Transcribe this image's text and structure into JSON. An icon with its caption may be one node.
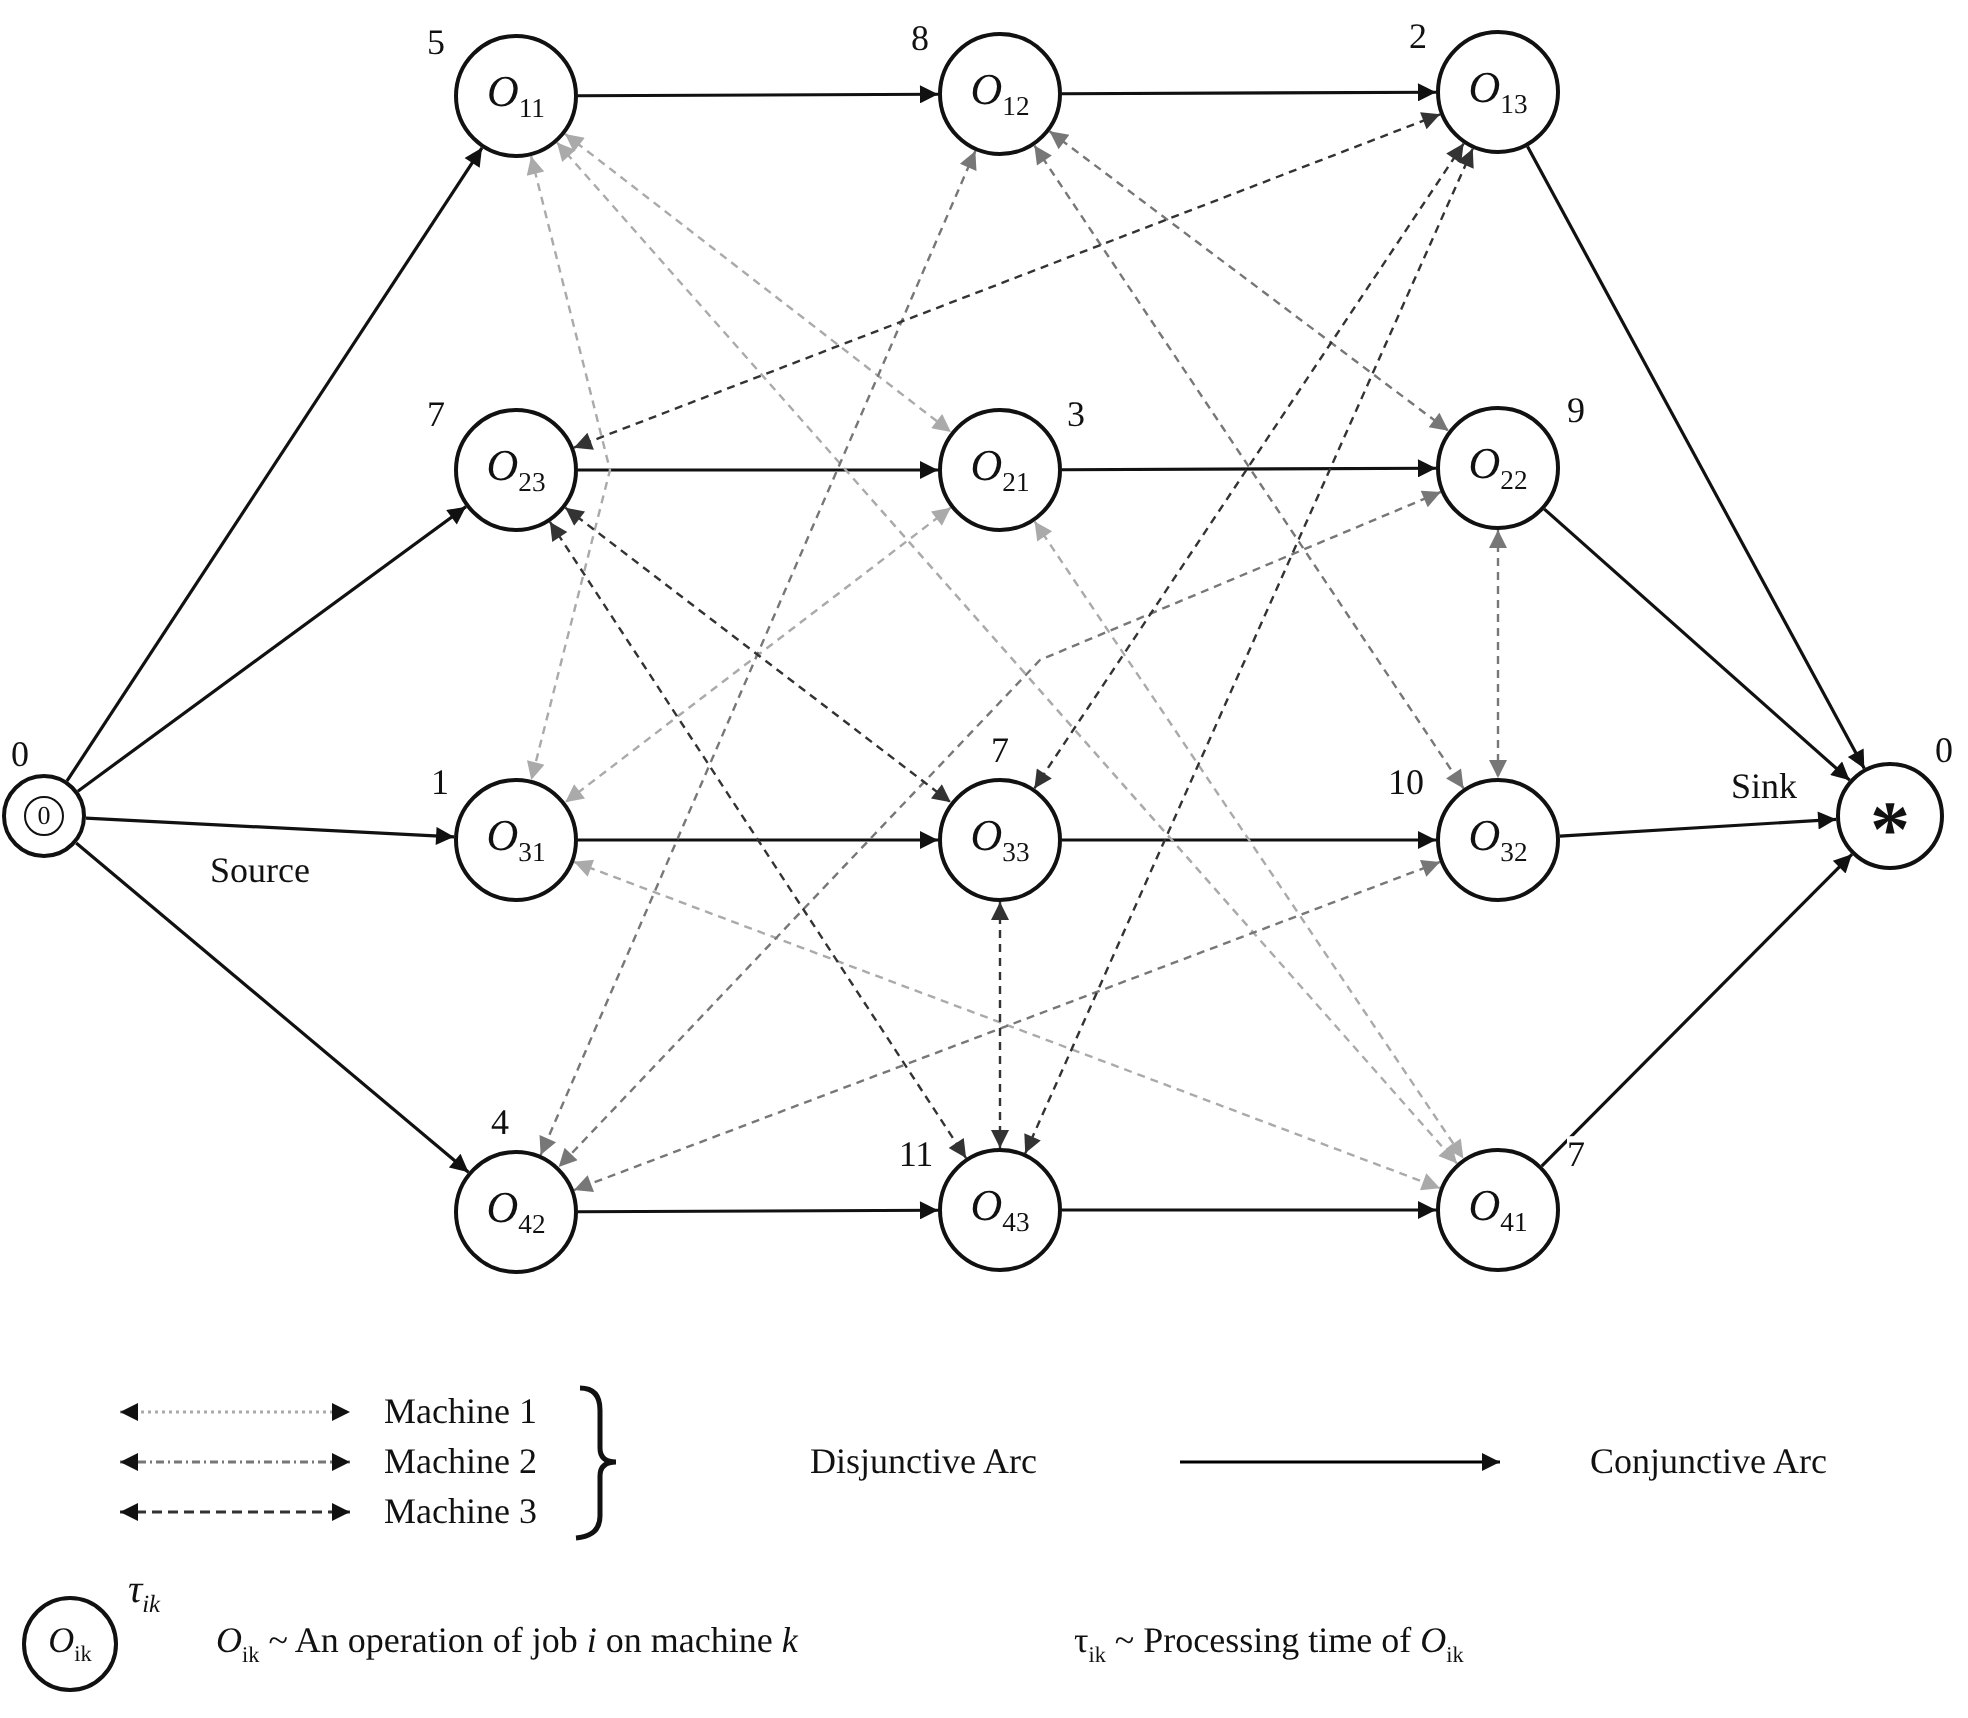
{
  "diagram": {
    "nodes": [
      {
        "text": [
          "0"
        ],
        "beside": [
          "0",
          "Source"
        ]
      },
      {
        "text": [
          "O$_{11}$"
        ],
        "beside": [
          "5"
        ]
      },
      {
        "text": [
          "O$_{12}$"
        ],
        "beside": [
          "8"
        ]
      },
      {
        "text": [
          "O$_{13}$"
        ],
        "beside": [
          "2"
        ]
      },
      {
        "text": [
          "O$_{23}$"
        ],
        "beside": [
          "7"
        ]
      },
      {
        "text": [
          "O$_{21}$"
        ],
        "beside": [
          "3"
        ]
      },
      {
        "text": [
          "O$_{22}$"
        ],
        "beside": [
          "9"
        ]
      },
      {
        "text": [
          "*"
        ],
        "beside": [
          "0",
          "Sink"
        ]
      },
      {
        "text": [
          "O$_{31}$"
        ],
        "beside": [
          "1"
        ]
      },
      {
        "text": [
          "O$_{33}$"
        ],
        "beside": [
          "7"
        ]
      },
      {
        "text": [
          "O$_{32}$"
        ],
        "beside": [
          "10"
        ]
      },
      {
        "text": [
          "O$_{42}$"
        ],
        "beside": [
          "4"
        ]
      },
      {
        "text": [
          "O$_{43}$"
        ],
        "beside": [
          "11"
        ]
      },
      {
        "text": [
          "O$_{41}$"
        ],
        "beside": [
          "7"
        ]
      },
      {
        "text": [
          "O$_{ik}$"
        ],
        "beside": [
          "τ$_{ik}$"
        ]
      }
    ],
    "edges": [
      {
        "from": 0,
        "to": 1,
        "arrow": "to"
      },
      {
        "from": 0,
        "to": 4,
        "arrow": "to"
      },
      {
        "from": 0,
        "to": 8,
        "arrow": "to"
      },
      {
        "from": 0,
        "to": 11,
        "arrow": "to"
      },
      {
        "from": 1,
        "to": 2,
        "arrow": "to"
      },
      {
        "from": 2,
        "to": 3,
        "arrow": "to"
      },
      {
        "from": 4,
        "to": 5,
        "arrow": "to"
      },
      {
        "from": 5,
        "to": 6,
        "arrow": "to"
      },
      {
        "from": 8,
        "to": 9,
        "arrow": "to"
      },
      {
        "from": 9,
        "to": 10,
        "arrow": "to"
      },
      {
        "from": 11,
        "to": 12,
        "arrow": "to"
      },
      {
        "from": 12,
        "to": 13,
        "arrow": "to"
      },
      {
        "from": 3,
        "to": 7,
        "arrow": "to"
      },
      {
        "from": 6,
        "to": 7,
        "arrow": "to"
      },
      {
        "from": 10,
        "to": 7,
        "arrow": "to"
      },
      {
        "from": 13,
        "to": 7,
        "arrow": "to"
      },
      {
        "from": 1,
        "to": 5,
        "arrow": "both",
        "style": "dashed",
        "color": "#aaaaaa"
      },
      {
        "from": 1,
        "to": 8,
        "arrow": "both",
        "style": "dashed",
        "color": "#aaaaaa"
      },
      {
        "from": 1,
        "to": 13,
        "arrow": "both",
        "style": "dashed",
        "color": "#aaaaaa"
      },
      {
        "from": 5,
        "to": 8,
        "arrow": "both",
        "style": "dashed",
        "color": "#aaaaaa"
      },
      {
        "from": 5,
        "to": 13,
        "arrow": "both",
        "style": "dashed",
        "color": "#aaaaaa"
      },
      {
        "from": 8,
        "to": 13,
        "arrow": "both",
        "style": "dashed",
        "color": "#aaaaaa"
      },
      {
        "from": 2,
        "to": 6,
        "arrow": "both",
        "style": "dashed",
        "color": "#777777"
      },
      {
        "from": 2,
        "to": 10,
        "arrow": "both",
        "style": "dashed",
        "color": "#777777"
      },
      {
        "from": 2,
        "to": 11,
        "arrow": "both",
        "style": "dashed",
        "color": "#777777"
      },
      {
        "from": 6,
        "to": 10,
        "arrow": "both",
        "style": "dashed",
        "color": "#777777"
      },
      {
        "from": 6,
        "to": 11,
        "arrow": "both",
        "style": "dashed",
        "color": "#777777"
      },
      {
        "from": 10,
        "to": 11,
        "arrow": "both",
        "style": "dashed",
        "color": "#777777"
      },
      {
        "from": 3,
        "to": 4,
        "arrow": "both",
        "style": "dashed",
        "color": "#333333"
      },
      {
        "from": 3,
        "to": 9,
        "arrow": "both",
        "style": "dashed",
        "color": "#333333"
      },
      {
        "from": 3,
        "to": 12,
        "arrow": "both",
        "style": "dashed",
        "color": "#333333"
      },
      {
        "from": 4,
        "to": 9,
        "arrow": "both",
        "style": "dashed",
        "color": "#333333"
      },
      {
        "from": 4,
        "to": 12,
        "arrow": "both",
        "style": "dashed",
        "color": "#333333"
      },
      {
        "from": 9,
        "to": 12,
        "arrow": "both",
        "style": "dashed",
        "color": "#333333"
      }
    ],
    "labels": [
      "Disjunctive Arc",
      "*O*$_{ik}$ ~ An operation of job *i* on machine *k*",
      "τ$_{ik}$ ~ Processing time of *O*$_{ik}$"
    ],
    "legend": [
      {
        "text": "Machine 1"
      },
      {
        "text": "Machine 2"
      },
      {
        "text": "Machine 3"
      },
      {
        "text": "Conjunctive Arc"
      }
    ]
  }
}
